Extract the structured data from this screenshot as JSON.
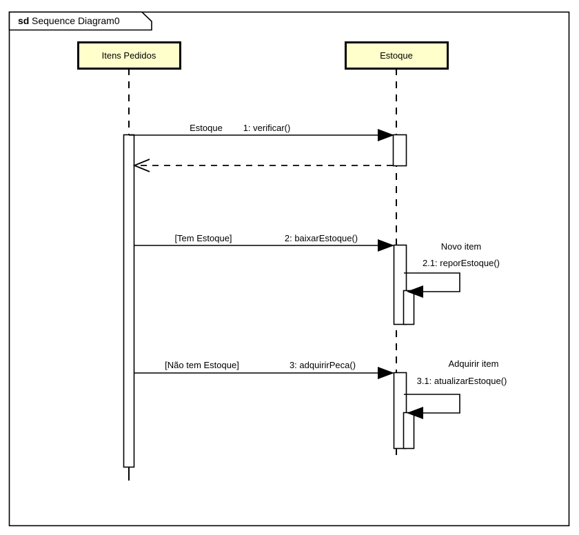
{
  "frame": {
    "keyword": "sd",
    "title": "Sequence Diagram0",
    "border_color": "#000000",
    "background": "#ffffff"
  },
  "lifelines": [
    {
      "id": "itens-pedidos",
      "name": "Itens Pedidos",
      "fill": "#ffffcc",
      "border": "#000000"
    },
    {
      "id": "estoque",
      "name": "Estoque",
      "fill": "#ffffcc",
      "border": "#000000"
    }
  ],
  "messages": [
    {
      "id": "msg-1",
      "guard": "Estoque",
      "label": "1: verificar()",
      "kind": "synchronous-call",
      "from": "itens-pedidos",
      "to": "estoque"
    },
    {
      "id": "msg-1-return",
      "guard": "",
      "label": "",
      "kind": "return",
      "from": "estoque",
      "to": "itens-pedidos"
    },
    {
      "id": "msg-2",
      "guard": "[Tem Estoque]",
      "label": "2: baixarEstoque()",
      "kind": "synchronous-call",
      "from": "itens-pedidos",
      "to": "estoque"
    },
    {
      "id": "msg-2-1",
      "guard": "Novo item",
      "label": "2.1: reporEstoque()",
      "kind": "self-call",
      "from": "estoque",
      "to": "estoque"
    },
    {
      "id": "msg-3",
      "guard": "[Não tem Estoque]",
      "label": "3: adquirirPeca()",
      "kind": "synchronous-call",
      "from": "itens-pedidos",
      "to": "estoque"
    },
    {
      "id": "msg-3-1",
      "guard": "Adquirir item",
      "label": "3.1: atualizarEstoque()",
      "kind": "self-call",
      "from": "estoque",
      "to": "estoque"
    }
  ]
}
